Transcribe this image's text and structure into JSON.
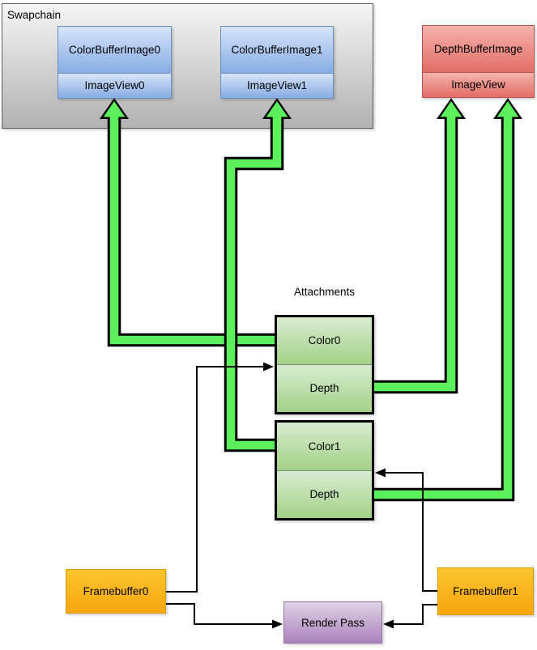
{
  "swapchain": {
    "label": "Swapchain",
    "nodes": [
      {
        "title": "ColorBufferImage0",
        "subtitle": "ImageView0"
      },
      {
        "title": "ColorBufferImage1",
        "subtitle": "ImageView1"
      }
    ]
  },
  "depth_buffer": {
    "title": "DepthBufferImage",
    "subtitle": "ImageView"
  },
  "attachments": {
    "label": "Attachments",
    "groups": [
      {
        "color": "Color0",
        "depth": "Depth"
      },
      {
        "color": "Color1",
        "depth": "Depth"
      }
    ]
  },
  "framebuffers": [
    {
      "label": "Framebuffer0"
    },
    {
      "label": "Framebuffer1"
    }
  ],
  "render_pass": {
    "label": "Render Pass"
  },
  "theme": {
    "arrow-green": "#5cf05c",
    "blue-light": "#d6e4fa",
    "blue-dark": "#86ace3",
    "blue-border": "#6c8ebf",
    "red-light": "#f5b2ad",
    "red-dark": "#e26d66",
    "red-border": "#b85450",
    "green-light": "#d8ecd1",
    "green-dark": "#a3d187",
    "orange-light": "#fdc52f",
    "orange-dark": "#f8a60e",
    "orange-border": "#d79b00",
    "purple-light": "#ded3e5",
    "purple-dark": "#aa82bc",
    "purple-border": "#9673a6",
    "gray-light": "#f5f5f5",
    "gray-dark": "#b1b1b1",
    "gray-border": "#5f5f5f"
  }
}
